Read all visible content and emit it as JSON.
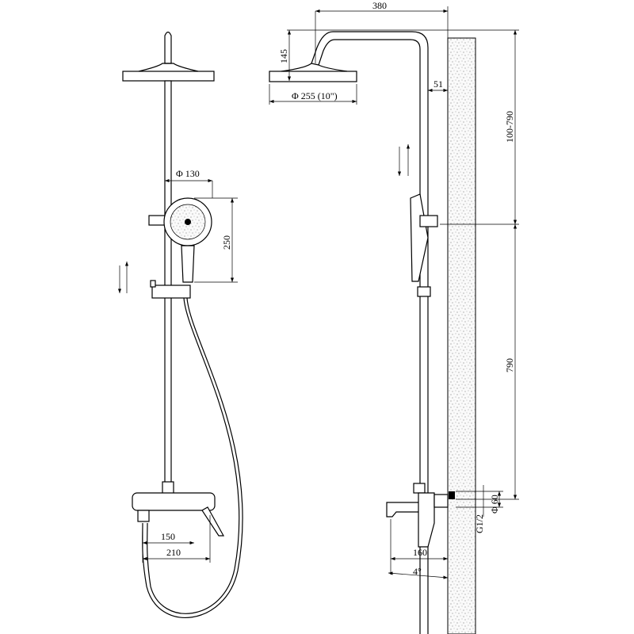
{
  "title": "Shower system technical drawing",
  "dimensions": {
    "arm_length": "380",
    "head_height": "145",
    "wall_gap": "51",
    "head_diameter": "Φ 255 (10\")",
    "adjust_range": "100-790",
    "hand_diameter": "Φ 130",
    "hand_length": "250",
    "rail_height": "790",
    "mixer_center": "150",
    "mixer_width": "210",
    "spout_projection": "160",
    "spout_angle": "4°",
    "flange_diameter": "Φ 60",
    "thread": "G1/2"
  },
  "colors": {
    "line": "#000000",
    "wall": "#f4f4f4"
  }
}
